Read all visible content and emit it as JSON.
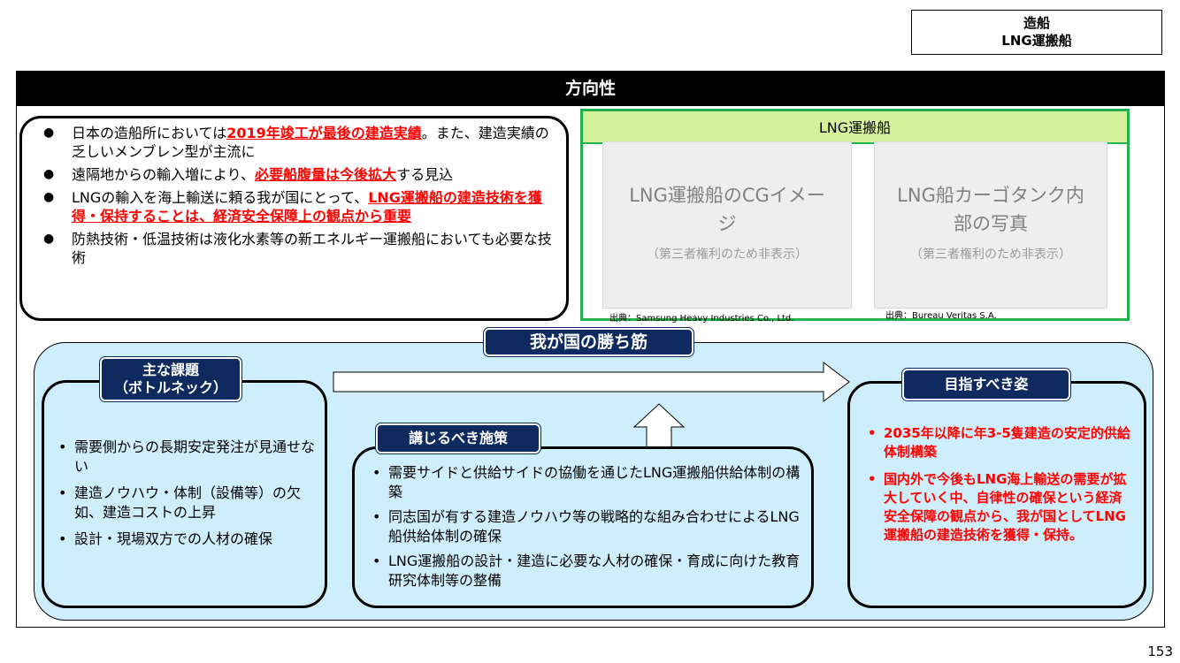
{
  "tag": {
    "line1": "造船",
    "line2": "LNG運搬船"
  },
  "banner": {
    "title": "方向性"
  },
  "direction": {
    "items": [
      {
        "pre": "日本の造船所においては",
        "highlight": "2019年竣工が最後の建造実績",
        "post": "。また、建造実績の乏しいメンブレン型が主流に"
      },
      {
        "pre": "遠隔地からの輸入増により、",
        "highlight": "必要船腹量は今後拡大",
        "post": "する見込"
      },
      {
        "pre": "LNGの輸入を海上輸送に頼る我が国にとって、",
        "highlight": "LNG運搬船の建造技術を獲得・保持することは、経済安全保障上の観点から重要",
        "post": ""
      },
      {
        "pre": "防熱技術・低温技術は液化水素等の新エネルギー運搬船においても必要な技術",
        "highlight": "",
        "post": ""
      }
    ]
  },
  "lng_panel": {
    "header": "LNG運搬船",
    "image1": {
      "title": "LNG運搬船のCGイメージ",
      "note": "（第三者権利のため非表示）",
      "credit": "出典：Samsung Heavy Industries Co., Ltd."
    },
    "image2": {
      "title": "LNG船カーゴタンク内部の写真",
      "note": "（第三者権利のため非表示）",
      "credit": "出典：Bureau Veritas S.A."
    }
  },
  "winning": {
    "title": "我が国の勝ち筋",
    "issues": {
      "label_line1": "主な課題",
      "label_line2": "（ボトルネック）",
      "items": [
        "需要側からの長期安定発注が見通せない",
        "建造ノウハウ・体制（設備等）の欠如、建造コストの上昇",
        "設計・現場双方での人材の確保"
      ]
    },
    "measures": {
      "label": "講じるべき施策",
      "items": [
        "需要サイドと供給サイドの協働を通じたLNG運搬船供給体制の構築",
        "同志国が有する建造ノウハウ等の戦略的な組み合わせによるLNG船供給体制の確保",
        "LNG運搬船の設計・建造に必要な人材の確保・育成に向けた教育研究体制等の整備"
      ]
    },
    "goal": {
      "label": "目指すべき姿",
      "items": [
        "2035年以降に年3-5隻建造の安定的供給体制構築",
        "国内外で今後もLNG海上輸送の需要が拡大していく中、自律性の確保という経済安全保障の観点から、我が国としてLNG運搬船の建造技術を獲得・保持。"
      ]
    }
  },
  "page_number": "153",
  "colors": {
    "banner": "#000000",
    "highlight": "#ff0000",
    "navy": "#0e2a5e",
    "panel_border": "#22b14c",
    "panel_header": "#d5f29a",
    "win_bg": "#cfeefb"
  }
}
